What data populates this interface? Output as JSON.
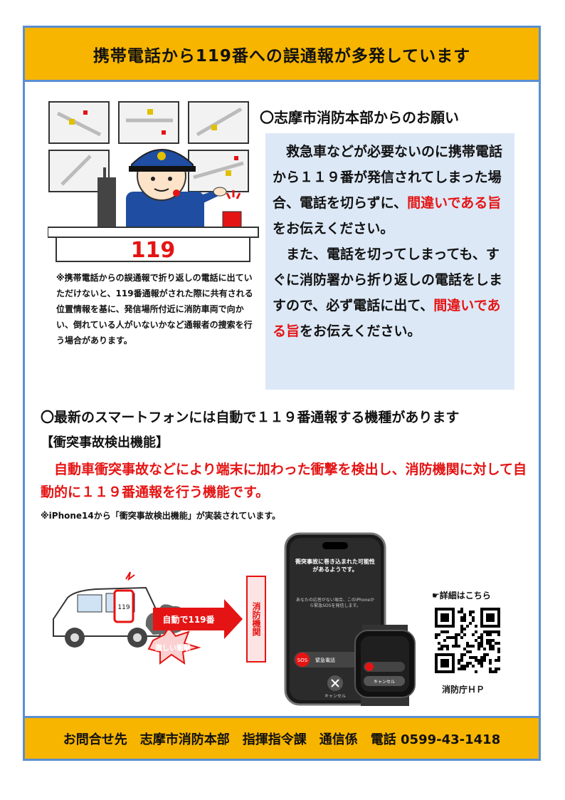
{
  "header": {
    "title": "携帯電話から119番への誤通報が多発しています"
  },
  "illustration": {
    "panel_number": "119"
  },
  "note": "※携帯電話からの誤通報で折り返しの電話に出ていただけないと、119番通報がされた際に共有される位置情報を基に、発信場所付近に消防車両で向かい、倒れている人がいないかなど通報者の捜索を行う場合があります。",
  "request": {
    "title": "〇志摩市消防本部からのお願い",
    "p1_a": "　救急車などが必要ないのに携帯電話から１１９番が発信されてしまった場合、電話を切らずに、",
    "p1_red": "間違いである旨",
    "p1_b": "をお伝えください。",
    "p2_a": "　また、電話を切ってしまっても、すぐに消防署から折り返しの電話をしますので、必ず電話に出て、",
    "p2_red": "間違いである旨",
    "p2_b": "をお伝えください。"
  },
  "smartphone": {
    "title": "〇最新のスマートフォンには自動で１１９番通報する機種があります",
    "feature_heading": "【衝突事故検出機能】",
    "feature_desc": "　自動車衝突事故などにより端末に加わった衝撃を検出し、消防機関に対して自動的に１１９番通報を行う機能です。",
    "iphone_note": "※iPhone14から「衝突事故検出機能」が実装されています。"
  },
  "car_diagram": {
    "phone_label": "119",
    "arrow_label": "自動で119番",
    "impact_label": "激しい衝撃",
    "dest_label": "消防機関"
  },
  "phone_screen": {
    "alert": "衝突事故に巻き込まれた可能性があるようです。",
    "sub": "あなたの応答がない場合、このiPhoneから緊急SOSを発信します。",
    "sos": "SOS",
    "sos_label": "緊急電話",
    "cancel": "キャンセル",
    "watch_cancel": "キャンセル"
  },
  "qr": {
    "label": "詳細はこちら",
    "site": "消防庁ＨＰ"
  },
  "footer": {
    "text": "お問合せ先　志摩市消防本部　指揮指令課　通信係　電話 0599-43-1418"
  }
}
